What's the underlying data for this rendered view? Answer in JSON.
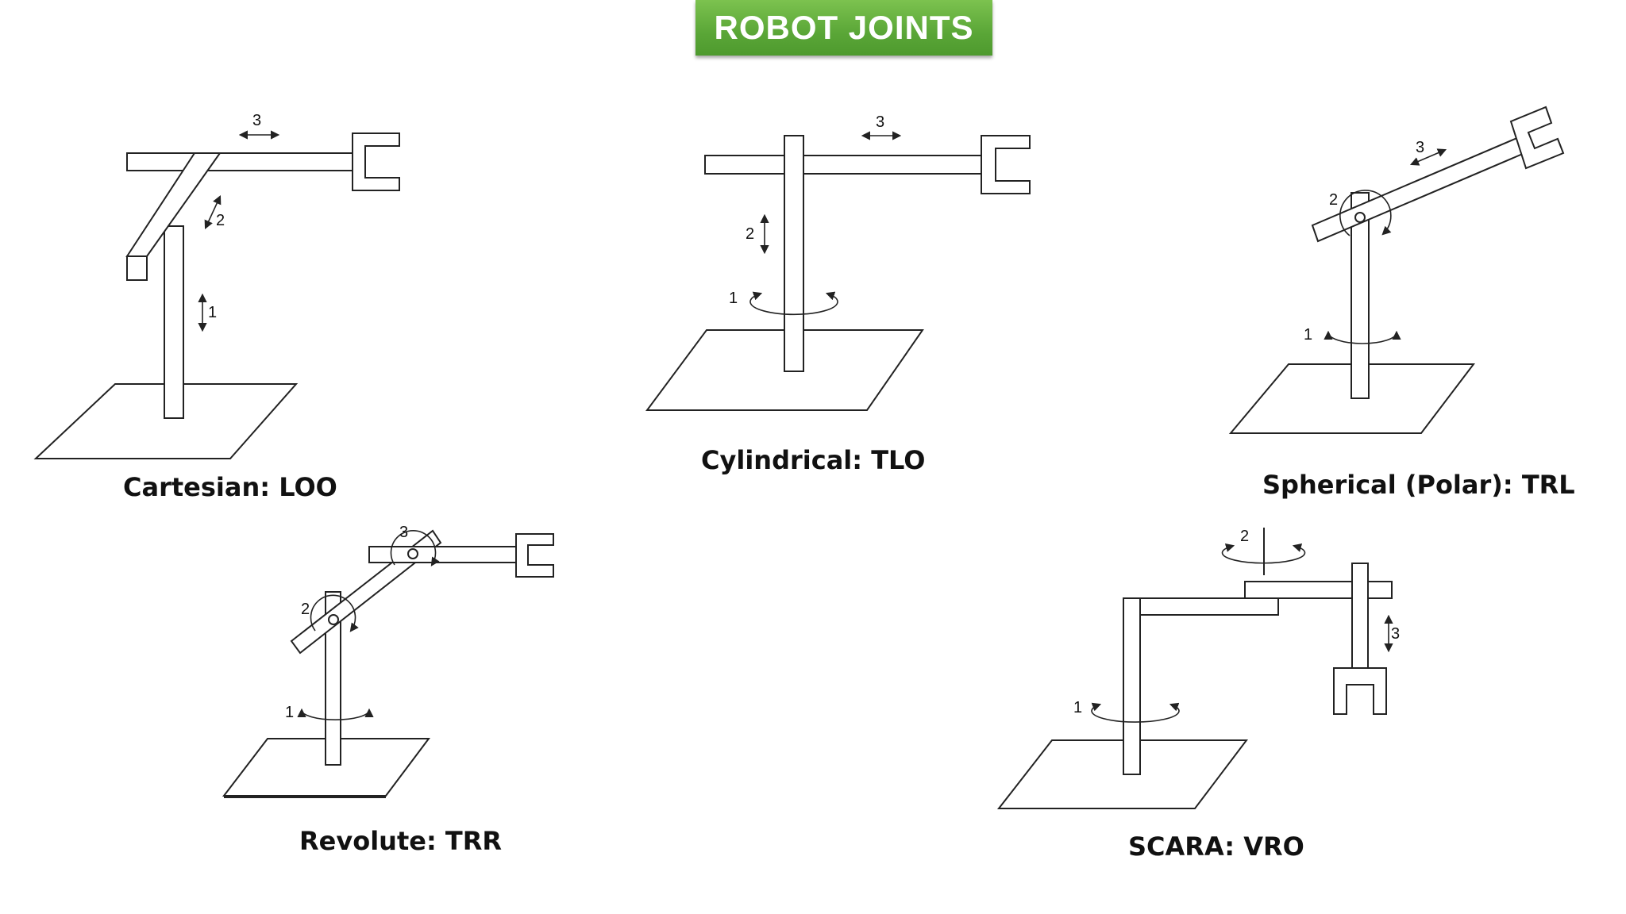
{
  "title": "ROBOT JOINTS",
  "robots": [
    {
      "caption": "Cartesian: LOO",
      "joints": [
        "1",
        "2",
        "3"
      ]
    },
    {
      "caption": "Cylindrical: TLO",
      "joints": [
        "1",
        "2",
        "3"
      ]
    },
    {
      "caption": "Spherical (Polar): TRL",
      "joints": [
        "1",
        "2",
        "3"
      ]
    },
    {
      "caption": "Revolute: TRR",
      "joints": [
        "1",
        "2",
        "3"
      ]
    },
    {
      "caption": "SCARA: VRO",
      "joints": [
        "1",
        "2",
        "3"
      ]
    }
  ]
}
